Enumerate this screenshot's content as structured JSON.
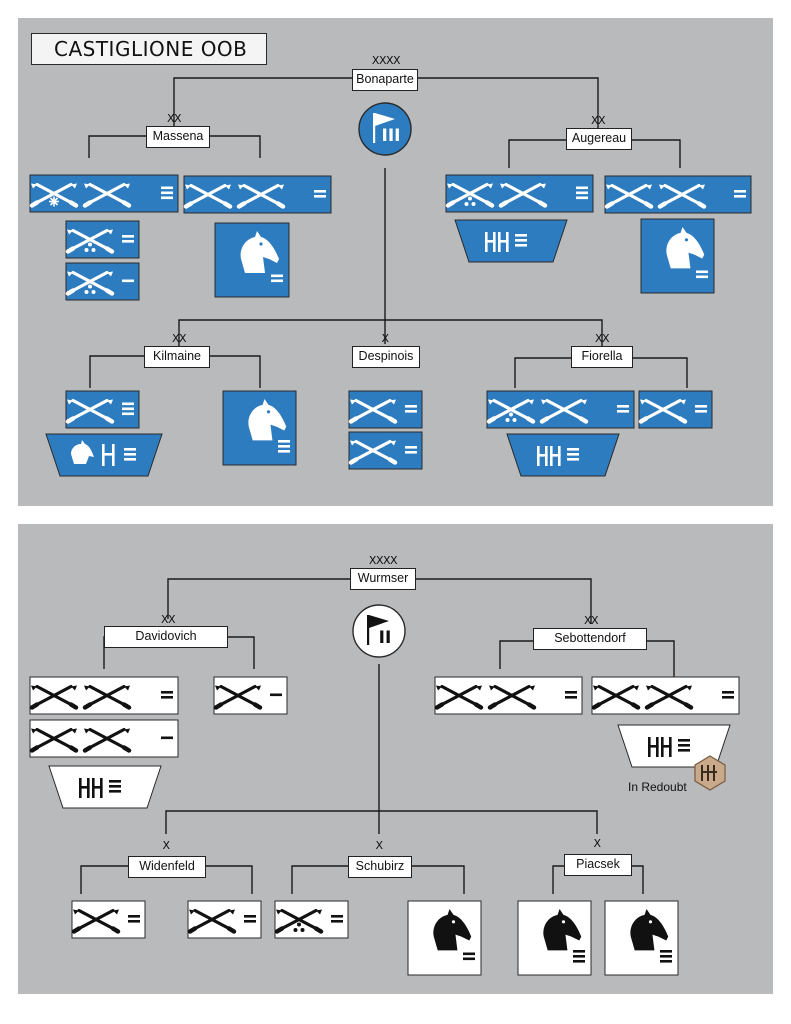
{
  "title": "CASTIGLIONE OOB",
  "french": {
    "army": {
      "name": "Bonaparte",
      "echelon": "XXXX"
    },
    "divisions": [
      {
        "name": "Massena",
        "echelon": "XX"
      },
      {
        "name": "Augereau",
        "echelon": "XX"
      },
      {
        "name": "Kilmaine",
        "echelon": "XX"
      },
      {
        "name": "Despinois",
        "echelon": "X"
      },
      {
        "name": "Fiorella",
        "echelon": "XX"
      }
    ]
  },
  "austrian": {
    "army": {
      "name": "Wurmser",
      "echelon": "XXXX"
    },
    "divisions": [
      {
        "name": "Davidovich",
        "echelon": "XX"
      },
      {
        "name": "Sebottendorf",
        "echelon": "XX"
      },
      {
        "name": "Widenfeld",
        "echelon": "X"
      },
      {
        "name": "Schubirz",
        "echelon": "X"
      },
      {
        "name": "Piacsek",
        "echelon": "X"
      }
    ],
    "redoubt_note": "In Redoubt"
  },
  "colors": {
    "french_unit": "#2e7cc0",
    "austrian_unit": "#ffffff",
    "panel": "#b9babc"
  }
}
